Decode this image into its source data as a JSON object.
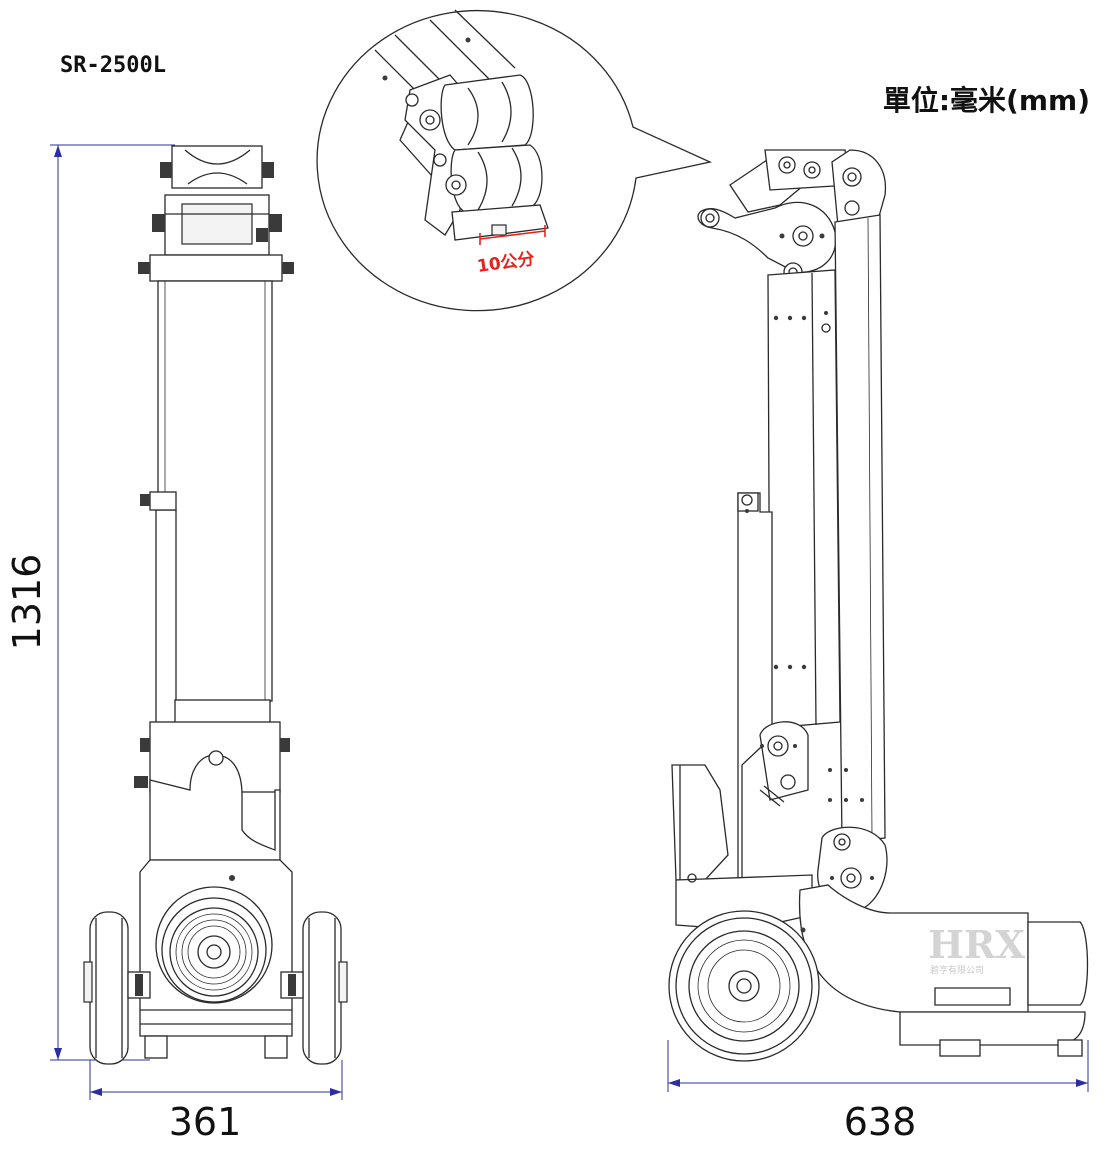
{
  "model": "SR-2500L",
  "unit_label": "單位:毫米(mm)",
  "dimensions": {
    "height": "1316",
    "front_width": "361",
    "side_length": "638"
  },
  "callout": {
    "label": "10公分"
  },
  "watermark": {
    "mark": "HRX",
    "company": "碧亨有限公司"
  },
  "colors": {
    "dimension_line": "#2b2fa3",
    "callout_red": "#e8221b",
    "outline": "#2a2a2a"
  }
}
